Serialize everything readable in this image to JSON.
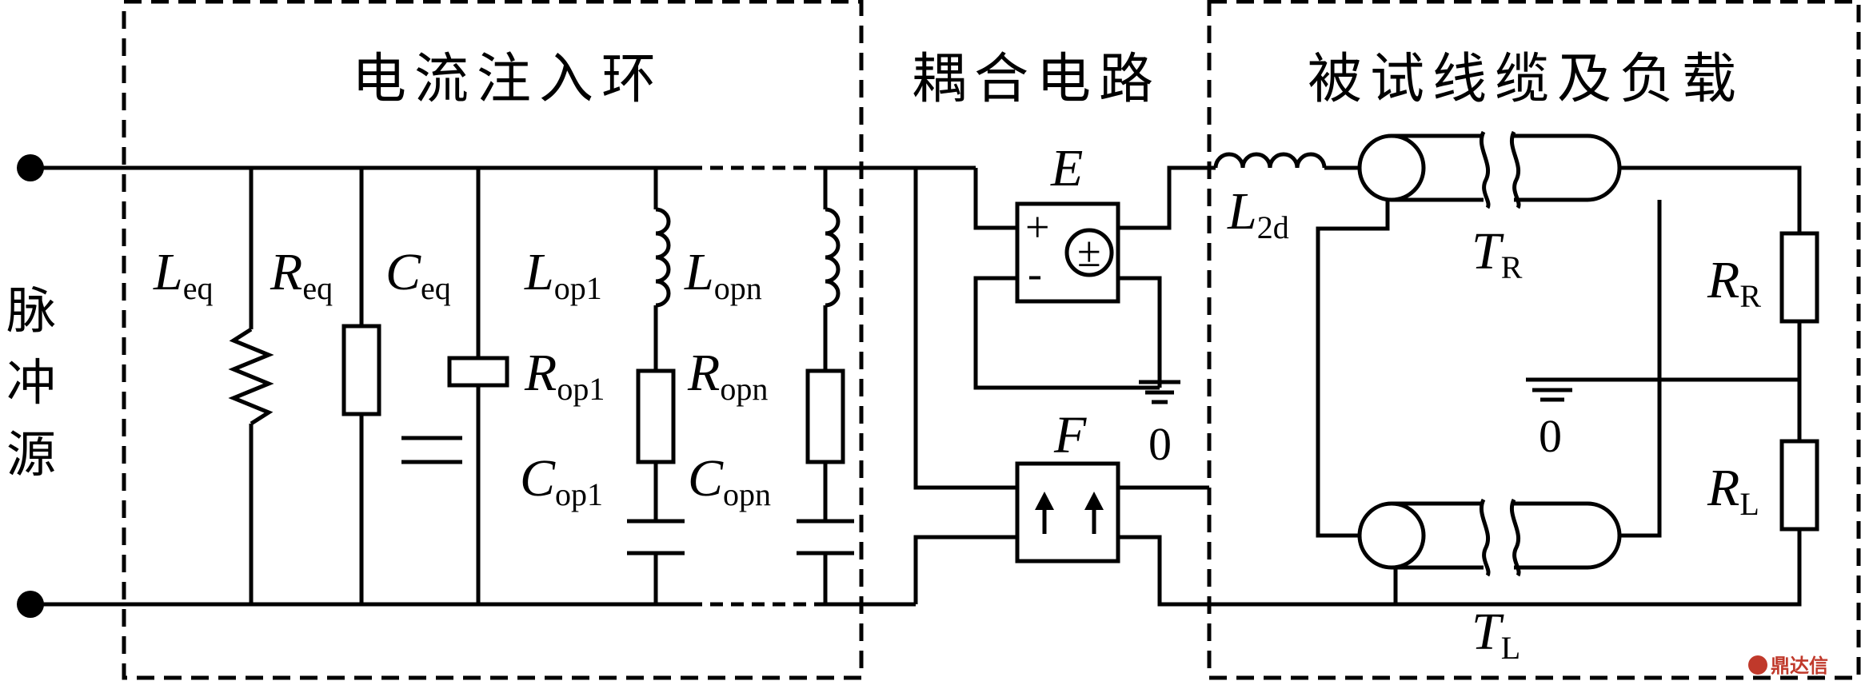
{
  "sections": {
    "injection_loop": "电流注入环",
    "coupling": "耦合电路",
    "cable_load": "被试线缆及负载"
  },
  "source_label": [
    "脉",
    "冲",
    "源"
  ],
  "components": {
    "Leq": {
      "main": "L",
      "sub": "eq"
    },
    "Req": {
      "main": "R",
      "sub": "eq"
    },
    "Ceq": {
      "main": "C",
      "sub": "eq"
    },
    "Lop1": {
      "main": "L",
      "sub": "op1"
    },
    "Rop1": {
      "main": "R",
      "sub": "op1"
    },
    "Cop1": {
      "main": "C",
      "sub": "op1"
    },
    "Lopn": {
      "main": "L",
      "sub": "opn"
    },
    "Ropn": {
      "main": "R",
      "sub": "opn"
    },
    "Copn": {
      "main": "C",
      "sub": "opn"
    },
    "E": {
      "main": "E"
    },
    "F": {
      "main": "F"
    },
    "L2d": {
      "main": "L",
      "sub": "2d"
    },
    "TR": {
      "main": "T",
      "sub": "R"
    },
    "TL": {
      "main": "T",
      "sub": "L"
    },
    "RR": {
      "main": "R",
      "sub": "R"
    },
    "RL": {
      "main": "R",
      "sub": "L"
    }
  },
  "signs": {
    "plus": "+",
    "minus": "-",
    "pm": "±"
  },
  "grounds": {
    "left": "0",
    "right": "0"
  },
  "watermark": "鼎达信"
}
